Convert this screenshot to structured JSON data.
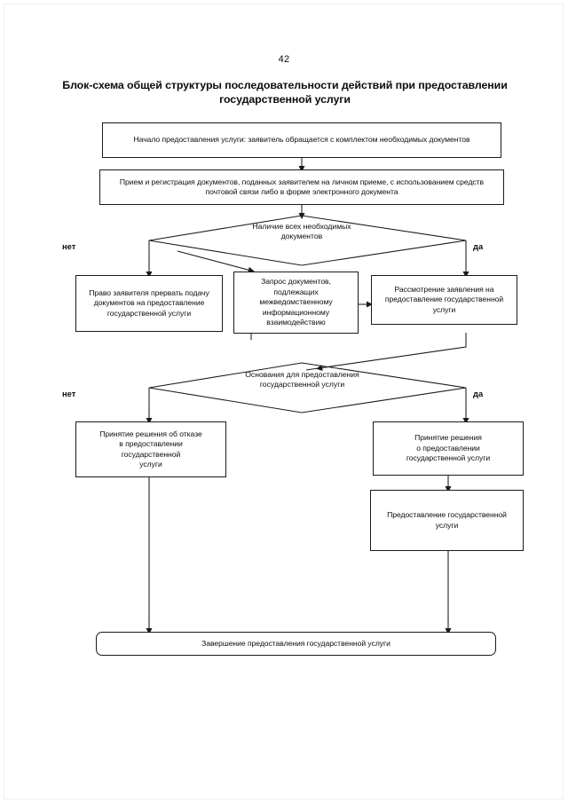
{
  "document": {
    "page_number": "42",
    "title_line1": "Блок-схема общей структуры последовательности действий при предоставлении",
    "title_line2": "государственной услуги"
  },
  "flowchart": {
    "type": "flowchart",
    "nodes": [
      {
        "id": "start",
        "shape": "process",
        "text": "Начало предоставления услуги: заявитель обращается с комплектом необходимых документов"
      },
      {
        "id": "intake",
        "shape": "process",
        "text": "Прием и регистрация документов, поданных заявителем на личном приеме, с использованием средств почтовой связи либо в форме электронного документа"
      },
      {
        "id": "decision-docs",
        "shape": "decision",
        "text": "Наличие всех необходимых\nдокументов"
      },
      {
        "id": "right-to-stop",
        "shape": "process",
        "text": "Право заявителя прервать подачу документов на предоставление государственной услуги"
      },
      {
        "id": "interagency-request",
        "shape": "process",
        "text": "Запрос документов,\nподлежащих\nмежведомственному\nинформационному\nвзаимодействию"
      },
      {
        "id": "review-application",
        "shape": "process",
        "text": "Рассмотрение заявления на предоставление государственной услуги"
      },
      {
        "id": "decision-grounds",
        "shape": "decision",
        "text": "Основания для предоставления\nгосударственной услуги"
      },
      {
        "id": "refusal-decision",
        "shape": "process",
        "text": "Принятие решения об отказе\nв предоставлении\nгосударственной\nуслуги"
      },
      {
        "id": "grant-decision",
        "shape": "process",
        "text": "Принятие решения\nо предоставлении\nгосударственной услуги"
      },
      {
        "id": "provide-service",
        "shape": "process",
        "text": "Предоставление государственной\nуслуги"
      },
      {
        "id": "finish",
        "shape": "terminator",
        "text": "Завершение предоставления государственной услуги"
      }
    ],
    "branch_labels": {
      "decision_docs_no": "нет",
      "decision_docs_yes": "да",
      "decision_grounds_no": "нет",
      "decision_grounds_yes": "да"
    }
  },
  "colors": {
    "ink": "#1a1a1a",
    "paper": "#ffffff"
  }
}
